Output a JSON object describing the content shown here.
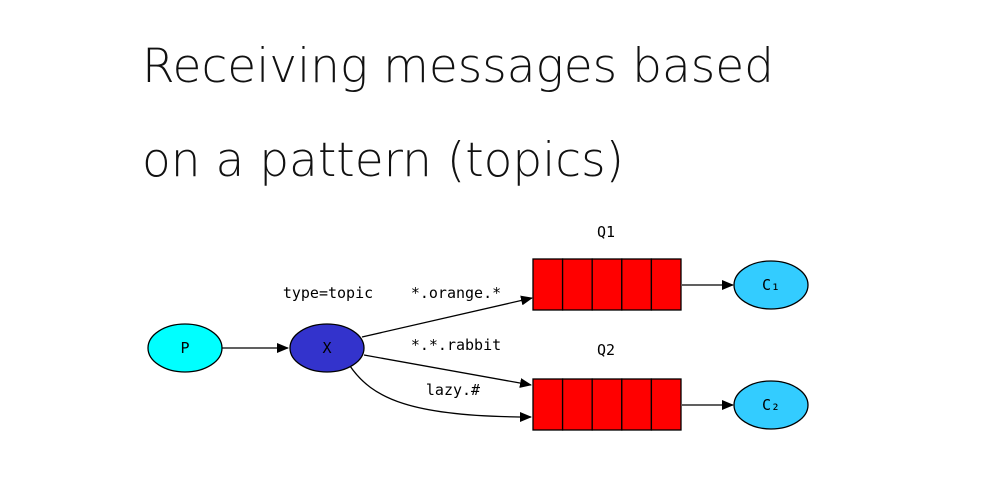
{
  "title": {
    "line1": "Receiving messages based",
    "line2": "on a pattern (topics)"
  },
  "diagram": {
    "producer": {
      "label": "P",
      "color": "#00ffff"
    },
    "exchange": {
      "label": "X",
      "caption": "type=topic",
      "color": "#3333cc"
    },
    "queues": [
      {
        "name": "Q1",
        "color": "#ff0000",
        "cells": 5
      },
      {
        "name": "Q2",
        "color": "#ff0000",
        "cells": 5
      }
    ],
    "consumers": [
      {
        "label": "C₁",
        "color": "#33ccff"
      },
      {
        "label": "C₂",
        "color": "#33ccff"
      }
    ],
    "bindings": [
      {
        "key": "*.orange.*",
        "queue": "Q1"
      },
      {
        "key": "*.*.rabbit",
        "queue": "Q2"
      },
      {
        "key": "lazy.#",
        "queue": "Q2"
      }
    ]
  }
}
